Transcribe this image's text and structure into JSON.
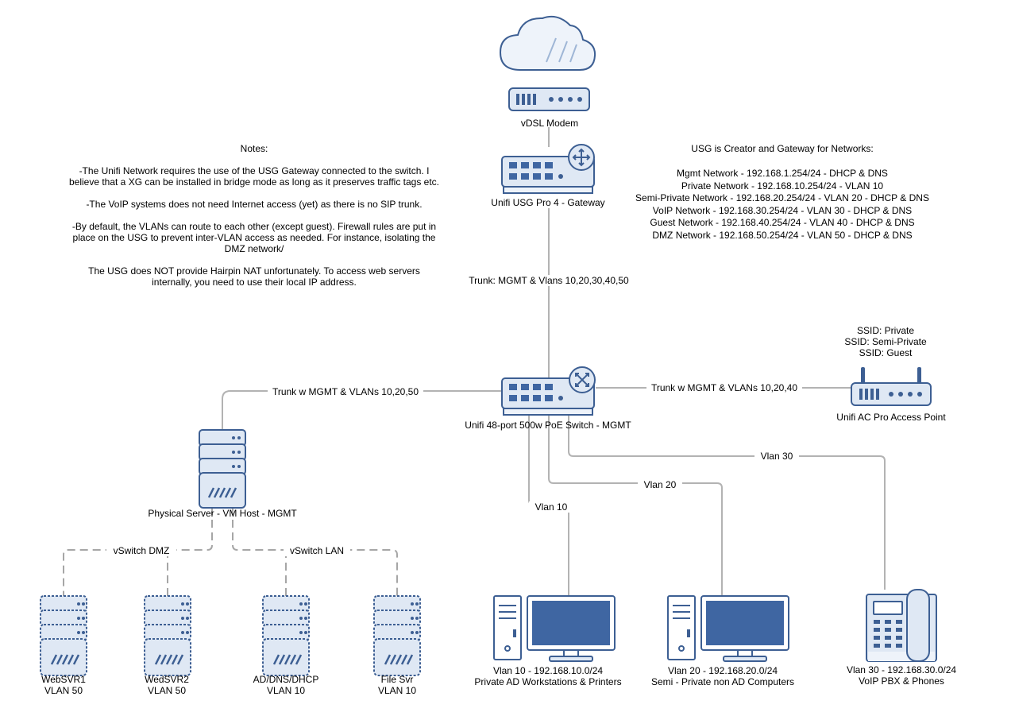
{
  "colors": {
    "stroke": "#3d5f93",
    "fill": "#dfe8f4",
    "fill_light": "#eef3fa",
    "screen": "#3f66a2",
    "link": "#b3b3b3",
    "vswitch_link": "#a6a6a6"
  },
  "devices": {
    "cloud": {
      "icon": "cloud-icon"
    },
    "modem": {
      "label": "vDSL Modem",
      "icon": "modem-icon"
    },
    "gateway": {
      "label": "Unifi USG Pro 4 - Gateway",
      "icon": "router-icon"
    },
    "switch": {
      "label": "Unifi 48-port 500w PoE Switch - MGMT",
      "icon": "switch-icon"
    },
    "access_point": {
      "label": "Unifi AC Pro Access Point",
      "icon": "access-point-icon"
    },
    "physical_server": {
      "label": "Physical Server - VM Host - MGMT",
      "icon": "server-icon"
    },
    "vms": [
      {
        "name": "WebSVR1",
        "vlan": "VLAN 50",
        "icon": "virtual-server-icon"
      },
      {
        "name": "WedSVR2",
        "vlan": "VLAN 50",
        "icon": "virtual-server-icon"
      },
      {
        "name": "AD/DNS/DHCP",
        "vlan": "VLAN 10",
        "icon": "virtual-server-icon"
      },
      {
        "name": "File Svr",
        "vlan": "VLAN 10",
        "icon": "virtual-server-icon"
      }
    ],
    "workstations": [
      {
        "line1": "Vlan 10 - 192.168.10.0/24",
        "line2": "Private AD Workstations & Printers",
        "icon": "workstation-icon"
      },
      {
        "line1": "Vlan 20 - 192.168.20.0/24",
        "line2": "Semi - Private non AD Computers",
        "icon": "workstation-icon"
      }
    ],
    "phone": {
      "line1": "Vlan 30 - 192.168.30.0/24",
      "line2": "VoIP PBX & Phones",
      "icon": "ip-phone-icon"
    }
  },
  "links": {
    "trunk_main": "Trunk: MGMT & Vlans 10,20,30,40,50",
    "trunk_server": "Trunk w MGMT & VLANs 10,20,50",
    "trunk_ap": "Trunk w MGMT & VLANs 10,20,40",
    "vlan10": "Vlan 10",
    "vlan20": "Vlan 20",
    "vlan30": "Vlan 30",
    "vswitch_dmz": "vSwitch DMZ",
    "vswitch_lan": "vSwitch LAN"
  },
  "ssids": [
    "SSID: Private",
    "SSID: Semi-Private",
    "SSID: Guest"
  ],
  "notes": {
    "title": "Notes:",
    "lines": [
      "-The Unifi Network requires the use of the USG Gateway connected to the switch. I",
      "believe that a XG can be installed in bridge mode as long as it preserves traffic tags etc.",
      "",
      "-The VoIP systems does not need Internet access (yet) as there is no SIP trunk.",
      "",
      "-By default, the VLANs can route to each other (except guest). Firewall rules are put in",
      "place on the USG to prevent inter-VLAN access as needed. For instance, isolating the",
      "DMZ network/",
      "",
      "The USG does NOT provide Hairpin NAT unfortunately. To access web servers",
      "internally, you need to use their local IP address."
    ]
  },
  "usg_networks": {
    "title": "USG is Creator and Gateway for Networks:",
    "lines": [
      "Mgmt Network - 192.168.1.254/24 - DHCP & DNS",
      "Private Network - 192.168.10.254/24 - VLAN 10",
      "Semi-Private Network - 192.168.20.254/24 - VLAN 20 - DHCP & DNS",
      "VoIP Network - 192.168.30.254/24 - VLAN 30 - DHCP & DNS",
      "Guest Network - 192.168.40.254/24 - VLAN 40 - DHCP & DNS",
      "DMZ Network - 192.168.50.254/24 - VLAN 50 - DHCP & DNS"
    ]
  }
}
